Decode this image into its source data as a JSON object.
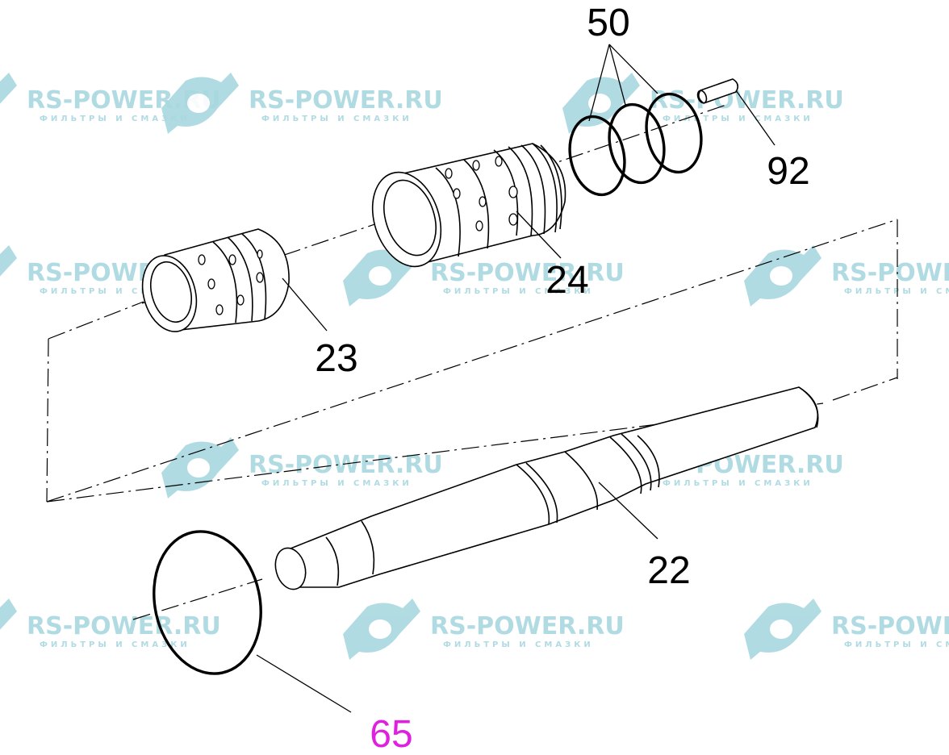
{
  "watermark": {
    "name": "RS-POWER.RU",
    "tagline": "ФИЛЬТРЫ И СМАЗКИ",
    "color": "#a9d8df",
    "logo_icon": "rs-power-logo-icon"
  },
  "callouts": [
    {
      "id": "50",
      "label": "50",
      "color": "#000000"
    },
    {
      "id": "92",
      "label": "92",
      "color": "#000000"
    },
    {
      "id": "24",
      "label": "24",
      "color": "#000000"
    },
    {
      "id": "23",
      "label": "23",
      "color": "#000000"
    },
    {
      "id": "22",
      "label": "22",
      "color": "#000000"
    },
    {
      "id": "65",
      "label": "65",
      "color": "#e020e0"
    }
  ],
  "parts": [
    {
      "callout": "50",
      "icon": "o-ring-icon",
      "count": 3
    },
    {
      "callout": "92",
      "icon": "pin-icon"
    },
    {
      "callout": "24",
      "icon": "sleeve-icon"
    },
    {
      "callout": "23",
      "icon": "bushing-icon"
    },
    {
      "callout": "22",
      "icon": "spool-shaft-icon"
    },
    {
      "callout": "65",
      "icon": "large-o-ring-icon"
    }
  ]
}
